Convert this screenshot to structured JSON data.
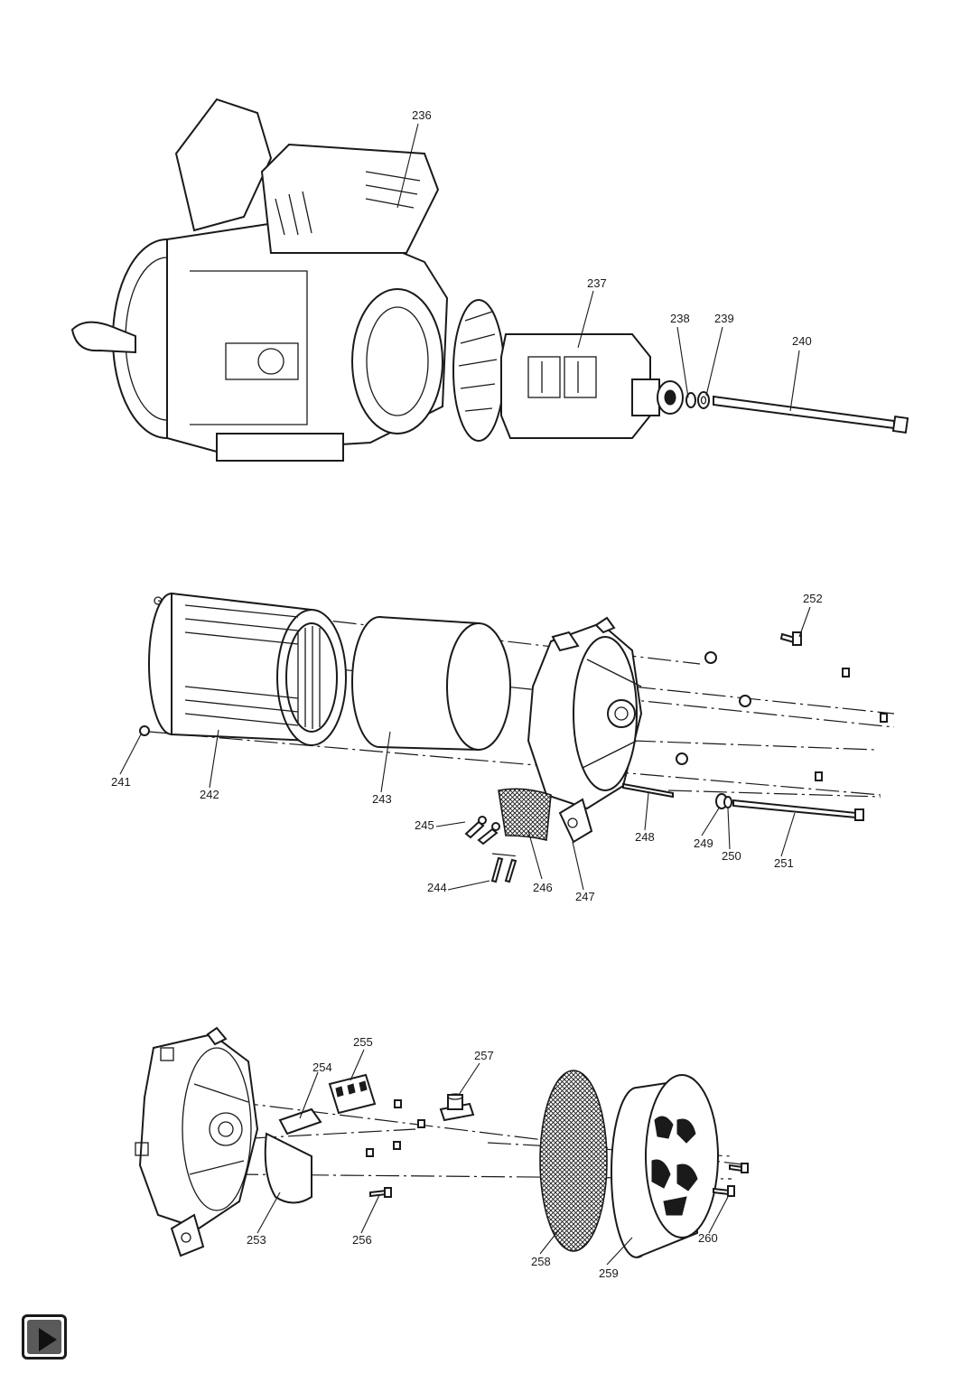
{
  "callouts": {
    "p236": "236",
    "p237": "237",
    "p238": "238",
    "p239": "239",
    "p240": "240",
    "p241": "241",
    "p242": "242",
    "p243": "243",
    "p244": "244",
    "p245": "245",
    "p246": "246",
    "p247": "247",
    "p248": "248",
    "p249": "249",
    "p250": "250",
    "p251": "251",
    "p252": "252",
    "p253": "253",
    "p254": "254",
    "p255": "255",
    "p256": "256",
    "p257": "257",
    "p258": "258",
    "p259": "259",
    "p260": "260"
  },
  "nav": {
    "icon": "play-icon"
  }
}
